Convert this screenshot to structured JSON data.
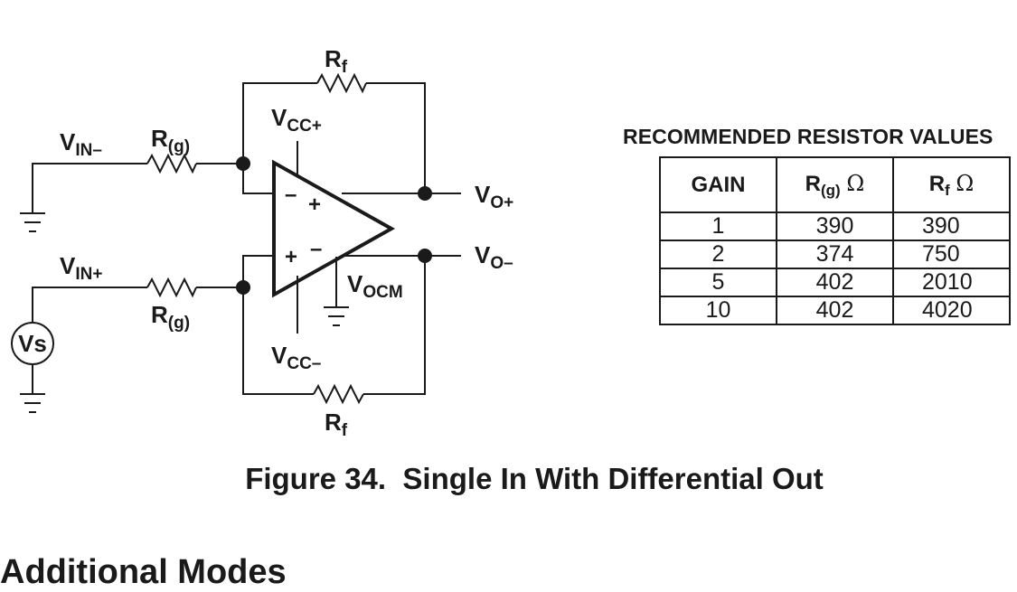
{
  "schematic": {
    "labels": {
      "rf_top": {
        "main": "R",
        "sub": "f"
      },
      "rf_bottom": {
        "main": "R",
        "sub": "f"
      },
      "rg_top": {
        "main": "R",
        "sub": "(g)"
      },
      "rg_bottom": {
        "main": "R",
        "sub": "(g)"
      },
      "vin_minus": {
        "main": "V",
        "sub": "IN–"
      },
      "vin_plus": {
        "main": "V",
        "sub": "IN+"
      },
      "vcc_plus": {
        "main": "V",
        "sub": "CC+"
      },
      "vcc_minus": {
        "main": "V",
        "sub": "CC–"
      },
      "vo_plus": {
        "main": "V",
        "sub": "O+"
      },
      "vo_minus": {
        "main": "V",
        "sub": "O–"
      },
      "vocm": {
        "main": "V",
        "sub": "OCM"
      },
      "source": "Vs"
    },
    "opamp_signs": {
      "input_top": "–",
      "input_bottom": "+",
      "output_top": "+",
      "output_bottom": "–"
    }
  },
  "table": {
    "title": "RECOMMENDED RESISTOR VALUES",
    "headers": {
      "gain": "GAIN",
      "rg_main": "R",
      "rg_sub": "(g)",
      "rf_main": "R",
      "rf_sub": "f",
      "ohm": "Ω"
    },
    "rows": [
      {
        "gain": "1",
        "rg": "390",
        "rf": "390"
      },
      {
        "gain": "2",
        "rg": "374",
        "rf": "750"
      },
      {
        "gain": "5",
        "rg": "402",
        "rf": "2010"
      },
      {
        "gain": "10",
        "rg": "402",
        "rf": "4020"
      }
    ]
  },
  "caption": "Figure 34.  Single In With Differential Out",
  "section_heading": "Additional Modes"
}
